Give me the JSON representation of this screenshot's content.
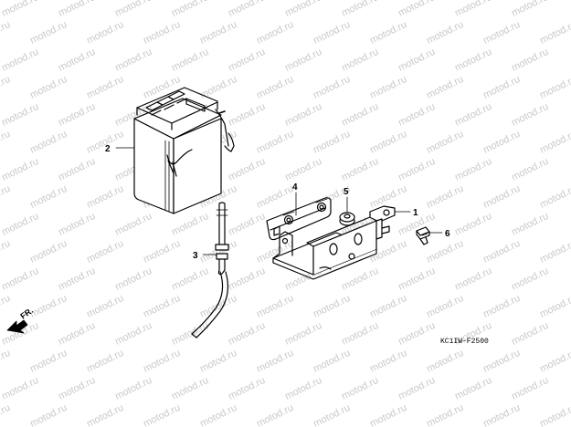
{
  "watermark": {
    "text": "motod.ru",
    "color": "#c9c9c9"
  },
  "callouts": {
    "c1": "1",
    "c2": "2",
    "c3": "3",
    "c4": "4",
    "c5": "5",
    "c6": "6"
  },
  "diagram_code": "KC1IW-F2500",
  "front_marker": {
    "label": "FR.",
    "icon": "front-arrow-icon"
  },
  "parts": [
    {
      "callout": "1",
      "icon": "battery-bracket"
    },
    {
      "callout": "2",
      "icon": "battery"
    },
    {
      "callout": "3",
      "icon": "breather-tube"
    },
    {
      "callout": "4",
      "icon": "rubber-pad"
    },
    {
      "callout": "5",
      "icon": "grommet"
    },
    {
      "callout": "6",
      "icon": "bolt"
    }
  ]
}
